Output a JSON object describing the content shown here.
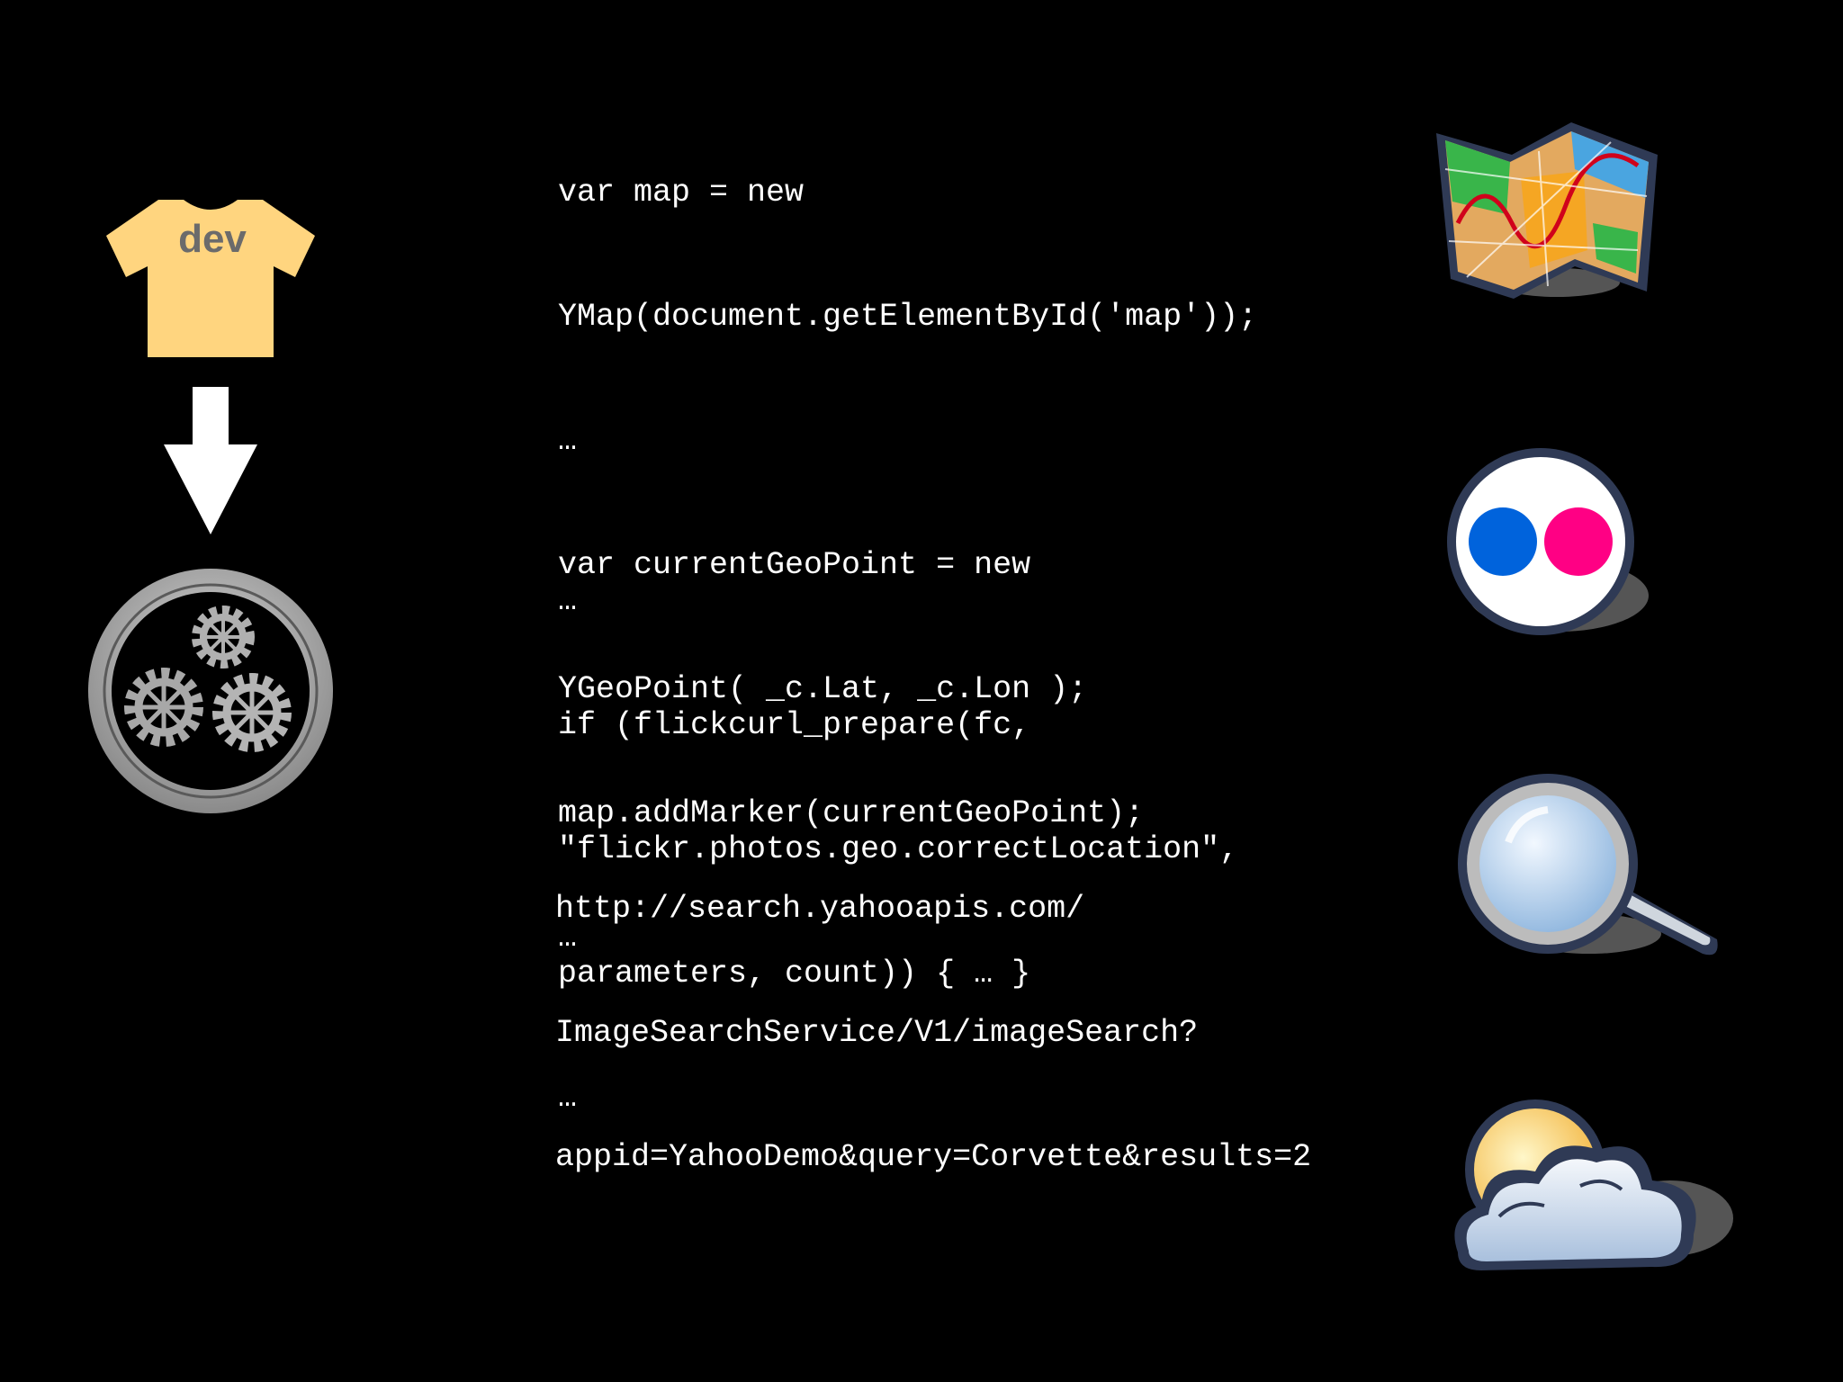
{
  "left_column": {
    "shirt_icon": "t-shirt-icon",
    "shirt_label": "dev",
    "arrow_icon": "down-arrow-icon",
    "gears_icon": "gears-icon"
  },
  "code_blocks": [
    {
      "name": "maps-code",
      "lines": [
        "var map = new",
        "YMap(document.getElementById('map'));",
        "…",
        "var currentGeoPoint = new",
        "YGeoPoint( _c.Lat, _c.Lon );",
        "map.addMarker(currentGeoPoint);",
        "…"
      ]
    },
    {
      "name": "flickr-code",
      "lines": [
        "…",
        "if (flickcurl_prepare(fc,",
        "\"flickr.photos.geo.correctLocation\",",
        "parameters, count)) { … }",
        "…"
      ]
    },
    {
      "name": "search-url",
      "lines": [
        "http://search.yahooapis.com/",
        "ImageSearchService/V1/imageSearch?",
        "appid=YahooDemo&query=Corvette&results=2"
      ]
    }
  ],
  "right_icons": [
    "map-icon",
    "flickr-logo-icon",
    "magnifier-icon",
    "weather-icon"
  ],
  "colors": {
    "background": "#000000",
    "text": "#ffffff",
    "shirt": "#ffd57f",
    "flickr_blue": "#0063dc",
    "flickr_pink": "#ff0084"
  }
}
